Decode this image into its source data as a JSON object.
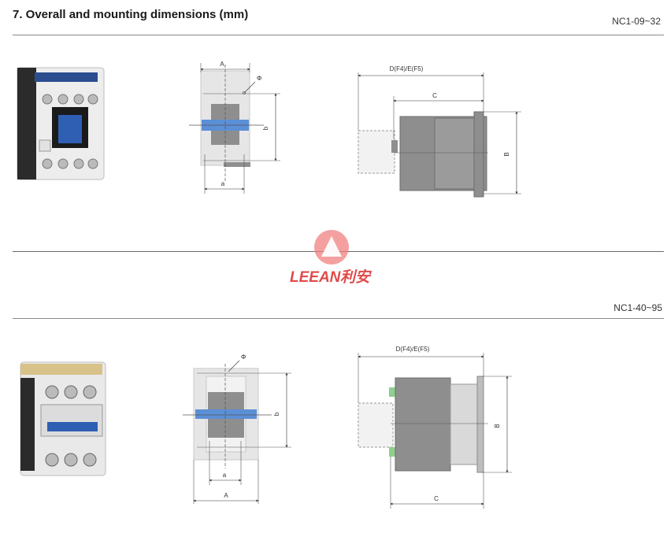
{
  "section": {
    "title": "7. Overall and mounting dimensions (mm)"
  },
  "series_top": {
    "model": "NC1-09~32",
    "front_labels": {
      "width": "A",
      "bore": "Φ",
      "height_mount": "b",
      "width_mount": "a"
    },
    "side_labels": {
      "depth": "D(F4)/E(F5)",
      "depth_body": "C",
      "height": "B"
    }
  },
  "series_bottom": {
    "model": "NC1-40~95",
    "front_labels": {
      "bore": "Φ",
      "height_mount": "b",
      "width_mount": "a",
      "width": "A"
    },
    "side_labels": {
      "depth": "D(F4)/E(F5)",
      "height": "B",
      "depth_body": "C"
    }
  },
  "watermark": {
    "brand_latin": "LEEAN",
    "brand_cjk": "利安"
  },
  "colors": {
    "housing": "#e6e6e6",
    "body_dark": "#8e8e8e",
    "accent_blue": "#5b8fd6",
    "watermark_red": "#e04a4a"
  }
}
